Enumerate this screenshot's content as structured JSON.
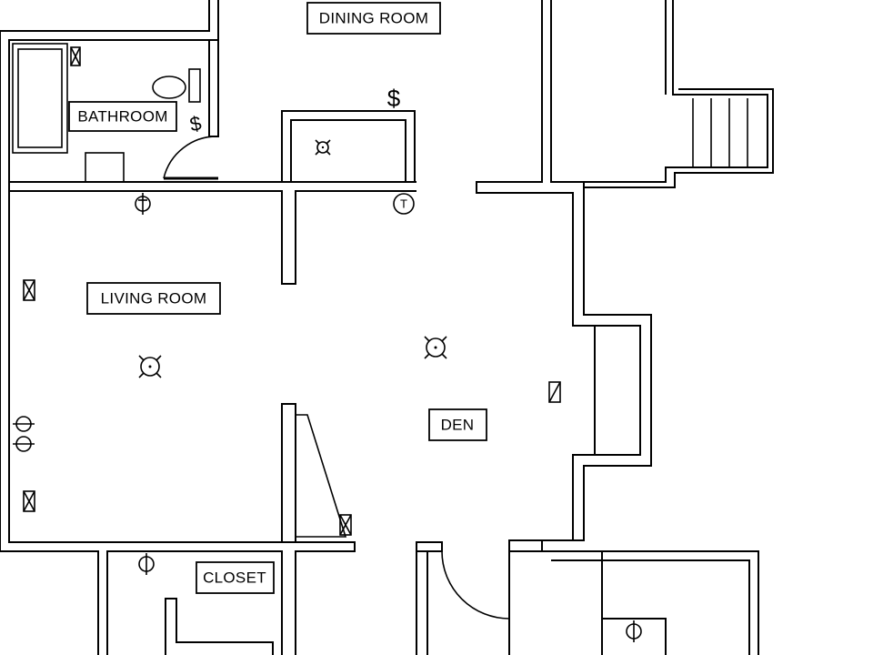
{
  "rooms": {
    "dining_room": "DINING ROOM",
    "bathroom": "BATHROOM",
    "living_room": "LIVING ROOM",
    "den": "DEN",
    "closet": "CLOSET"
  },
  "symbols": {
    "switch_glyph": "$",
    "thermostat_glyph": "T"
  }
}
